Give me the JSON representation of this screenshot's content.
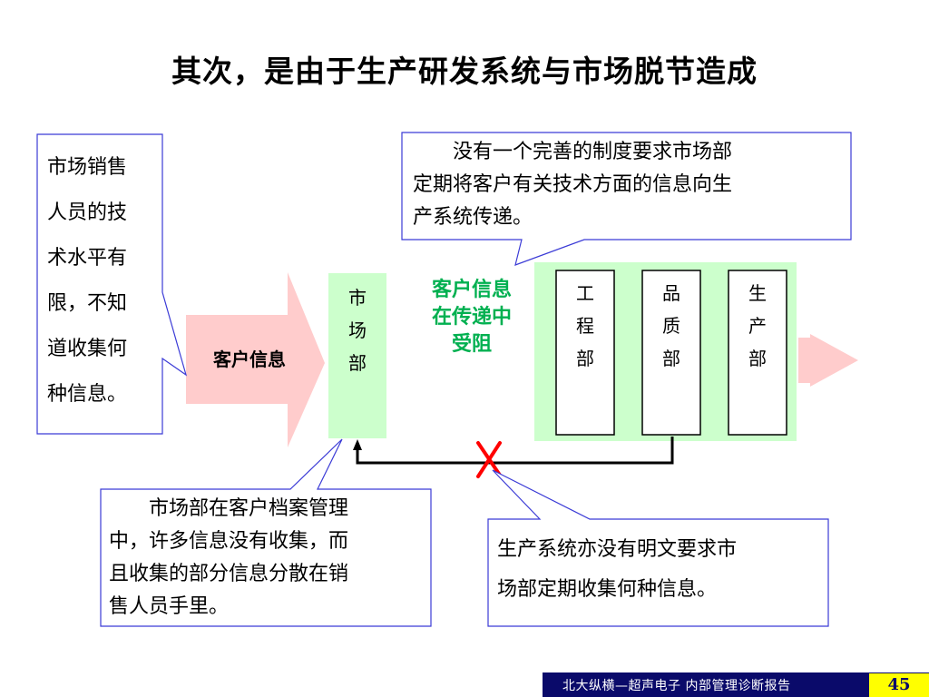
{
  "title": "其次，是由于生产研发系统与市场脱节造成",
  "callouts": {
    "sales_staff": [
      "市场销售",
      "人员的技",
      "术水平有",
      "限，不知",
      "道收集何",
      "种信息。"
    ],
    "no_system": [
      "　　没有一个完善的制度要求市场部",
      "定期将客户有关技术方面的信息向生",
      "产系统传递。"
    ],
    "marketing_files": [
      "　　市场部在客户档案管理",
      "中，许多信息没有收集，而",
      "且收集的部分信息分散在销",
      "售人员手里。"
    ],
    "production_no_req": [
      "生产系统亦没有明文要求市",
      "场部定期收集何种信息。"
    ]
  },
  "flow": {
    "arrow_label": "客户信息",
    "marketing_dept": [
      "市",
      "场",
      "部"
    ],
    "blocked_label": "客户信息\n在传递中\n受阻",
    "engineering_dept": [
      "工",
      "程",
      "部"
    ],
    "quality_dept": [
      "品",
      "质",
      "部"
    ],
    "production_dept": [
      "生",
      "产",
      "部"
    ]
  },
  "footer": {
    "text": "北大纵横—超声电子  内部管理诊断报告",
    "page": "45"
  },
  "colors": {
    "callout_border": "#3b3bd6",
    "arrow_fill": "#ffcccc",
    "dept_fill": "#ccffcc",
    "blocked_text": "#00b050",
    "blocked_mark": "#ff0000",
    "footer_bg": "#0a0a6a",
    "page_bg": "#ffff00"
  }
}
